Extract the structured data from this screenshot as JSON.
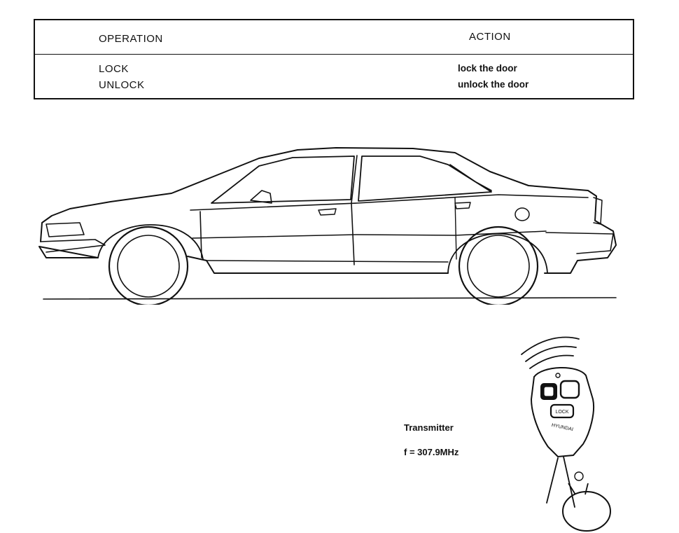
{
  "table": {
    "headers": [
      "OPERATION",
      "ACTION"
    ],
    "rows": [
      {
        "operation": "LOCK",
        "action": "lock the door"
      },
      {
        "operation": "UNLOCK",
        "action": "unlock the door"
      }
    ]
  },
  "transmitter": {
    "label": "Transmitter",
    "frequency": "f = 307.9MHz",
    "button_lock": "LOCK",
    "brand": "HYUNDAI"
  }
}
